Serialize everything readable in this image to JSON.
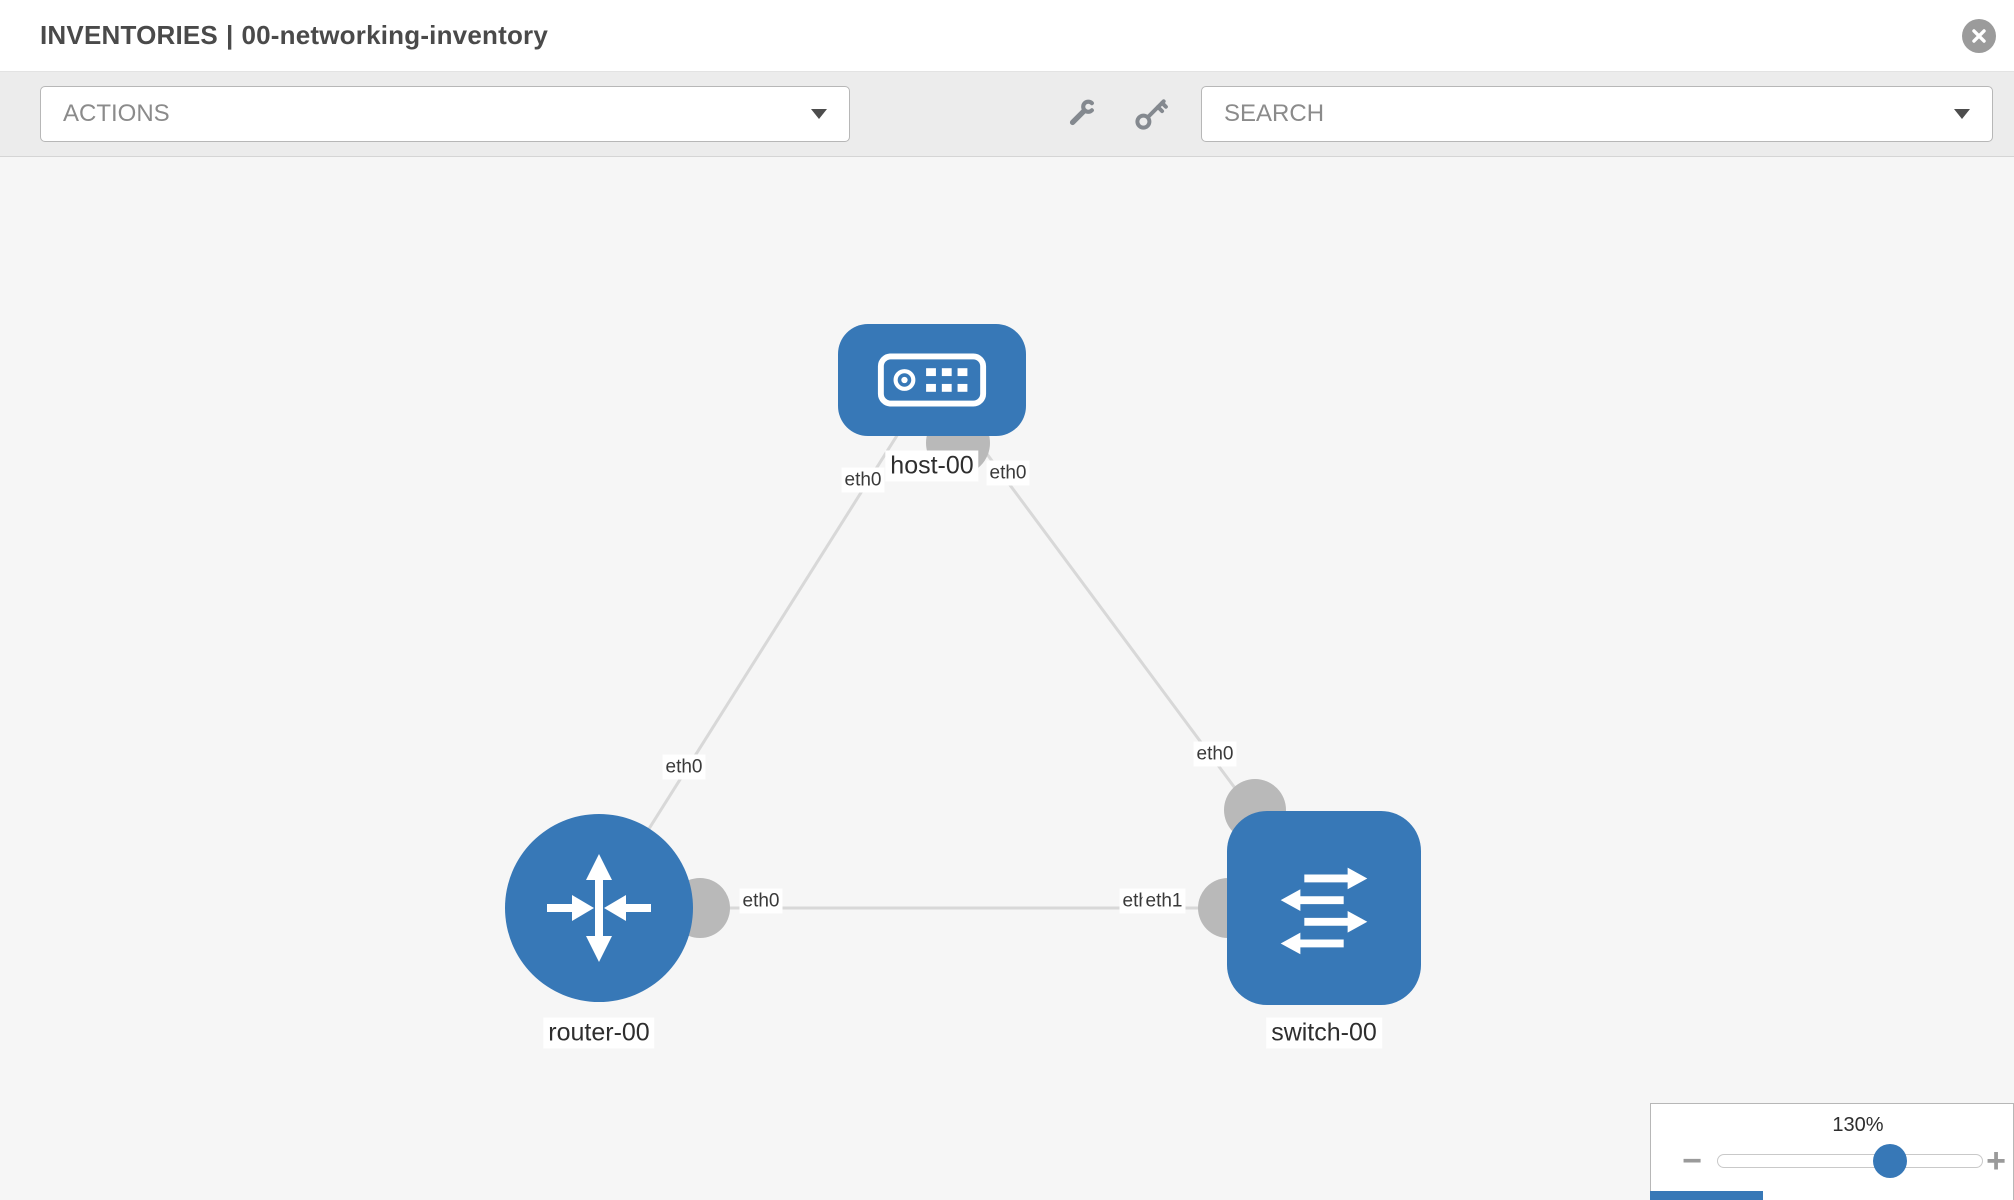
{
  "header": {
    "section": "INVENTORIES",
    "separator": "|",
    "inventory": "00-networking-inventory"
  },
  "toolbar": {
    "actions_label": "ACTIONS",
    "search_label": "SEARCH"
  },
  "topology": {
    "nodes": [
      {
        "label": "host-00",
        "type": "host"
      },
      {
        "label": "router-00",
        "type": "router"
      },
      {
        "label": "switch-00",
        "type": "switch"
      }
    ],
    "links": [
      {
        "from": "router-00",
        "to": "host-00"
      },
      {
        "from": "switch-00",
        "to": "host-00"
      },
      {
        "from": "router-00",
        "to": "switch-00"
      }
    ],
    "interfaces": {
      "host_side_router_link": "eth0",
      "host_side_switch_link": "eth0",
      "router_side_host_link": "eth0",
      "switch_side_host_link": "eth0",
      "router_side_switch_link": "eth0",
      "switch_side_router_link_back": "eth0",
      "switch_side_router_link": "eth1"
    }
  },
  "zoom": {
    "level": "130%",
    "decrease": "−",
    "increase": "+"
  },
  "colors": {
    "node_blue": "#3778b7",
    "link_gray": "#d8d8d8",
    "endpoint_gray": "#b9b9b9",
    "canvas_bg": "#f6f6f6"
  }
}
